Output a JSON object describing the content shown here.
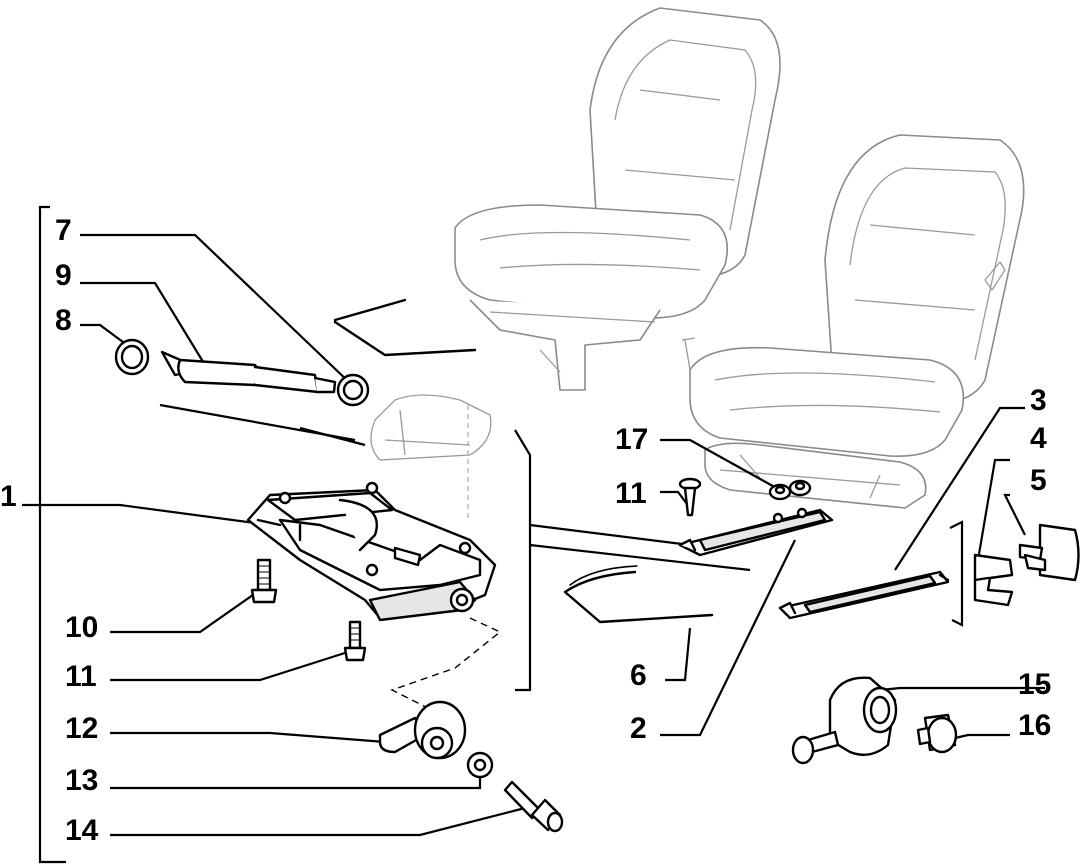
{
  "callouts": [
    {
      "id": "1",
      "text": "1"
    },
    {
      "id": "2",
      "text": "2"
    },
    {
      "id": "3",
      "text": "3"
    },
    {
      "id": "4",
      "text": "4"
    },
    {
      "id": "5",
      "text": "5"
    },
    {
      "id": "6",
      "text": "6"
    },
    {
      "id": "7",
      "text": "7"
    },
    {
      "id": "8",
      "text": "8"
    },
    {
      "id": "9",
      "text": "9"
    },
    {
      "id": "10",
      "text": "10"
    },
    {
      "id": "11a",
      "text": "11"
    },
    {
      "id": "11b",
      "text": "11"
    },
    {
      "id": "12",
      "text": "12"
    },
    {
      "id": "13",
      "text": "13"
    },
    {
      "id": "14",
      "text": "14"
    },
    {
      "id": "15",
      "text": "15"
    },
    {
      "id": "16",
      "text": "16"
    },
    {
      "id": "17",
      "text": "17"
    }
  ]
}
